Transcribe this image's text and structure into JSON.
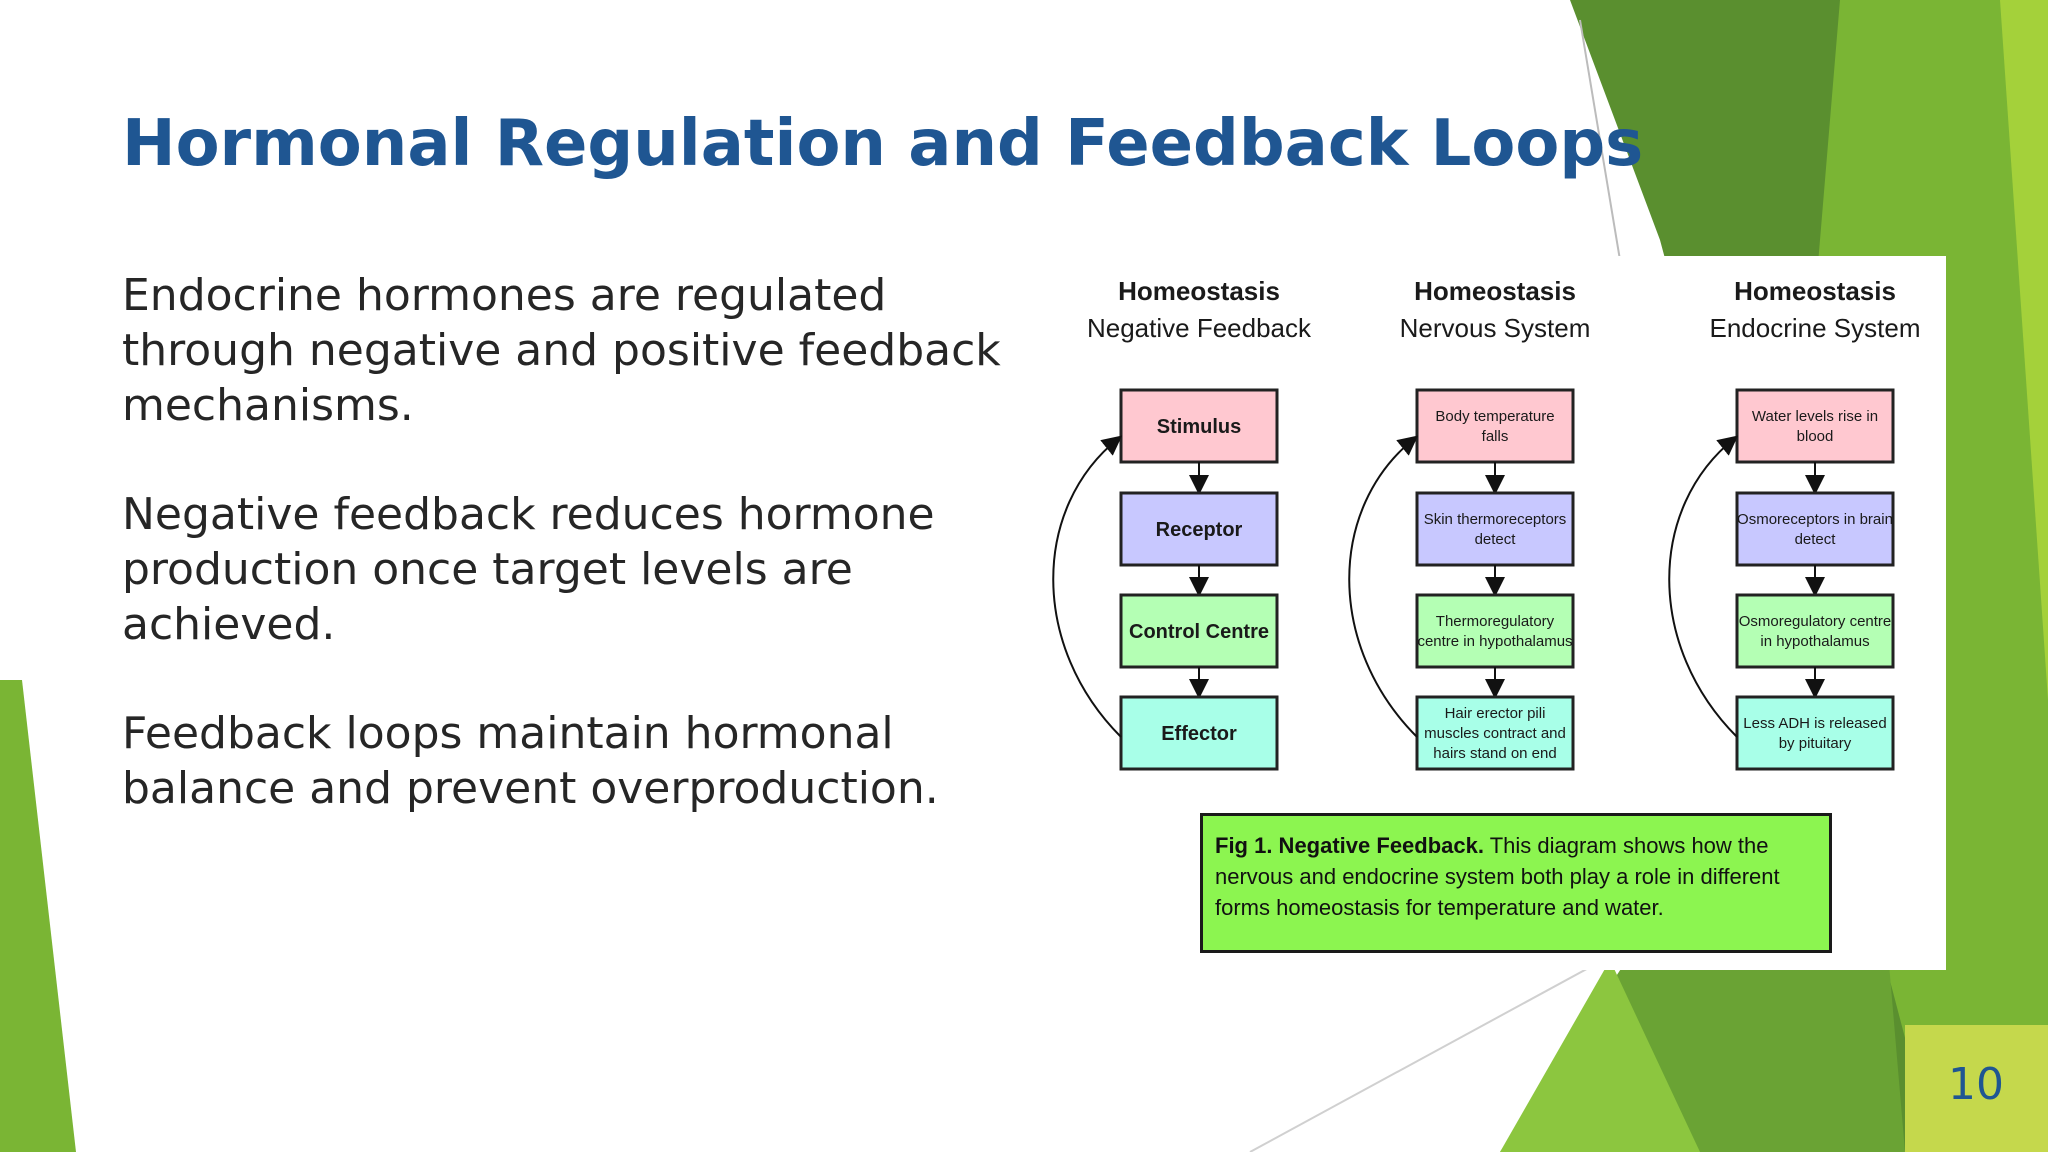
{
  "slide": {
    "title": "Hormonal Regulation and Feedback Loops",
    "paragraphs": [
      "Endocrine hormones are regulated through negative and positive feedback mechanisms.",
      "Negative feedback reduces hormone production once target levels are achieved.",
      "Feedback loops maintain hormonal balance and prevent overproduction."
    ],
    "page_number": "10"
  },
  "figure": {
    "columns": [
      {
        "title": "Homeostasis",
        "subtitle": "Negative Feedback",
        "boxes": [
          "Stimulus",
          "Receptor",
          "Control Centre",
          "Effector"
        ]
      },
      {
        "title": "Homeostasis",
        "subtitle": "Nervous System",
        "boxes": [
          [
            "Body temperature",
            "falls"
          ],
          [
            "Skin thermoreceptors",
            "detect"
          ],
          [
            "Thermoregulatory",
            "centre in hypothalamus"
          ],
          [
            "Hair erector pili",
            "muscles contract and",
            "hairs stand on end"
          ]
        ]
      },
      {
        "title": "Homeostasis",
        "subtitle": "Endocrine System",
        "boxes": [
          [
            "Water levels rise in",
            "blood"
          ],
          [
            "Osmoreceptors in brain",
            "detect"
          ],
          [
            "Osmoregulatory centre",
            "in hypothalamus"
          ],
          [
            "Less ADH is released",
            "by pituitary"
          ]
        ]
      }
    ],
    "caption": {
      "bold": "Fig 1. Negative Feedback.",
      "text": " This diagram shows how the nervous and endocrine system both play a role in different forms homeostasis for temperature and water."
    },
    "box_colors": [
      "#ffc8d0",
      "#c8c8ff",
      "#b4ffb4",
      "#a8ffe8"
    ]
  },
  "theme": {
    "title_color": "#1f5692",
    "accent_greens": [
      "#5a8f2f",
      "#7ab534",
      "#8cc63f",
      "#9acd32"
    ],
    "page_box_color": "#c5d84c"
  }
}
